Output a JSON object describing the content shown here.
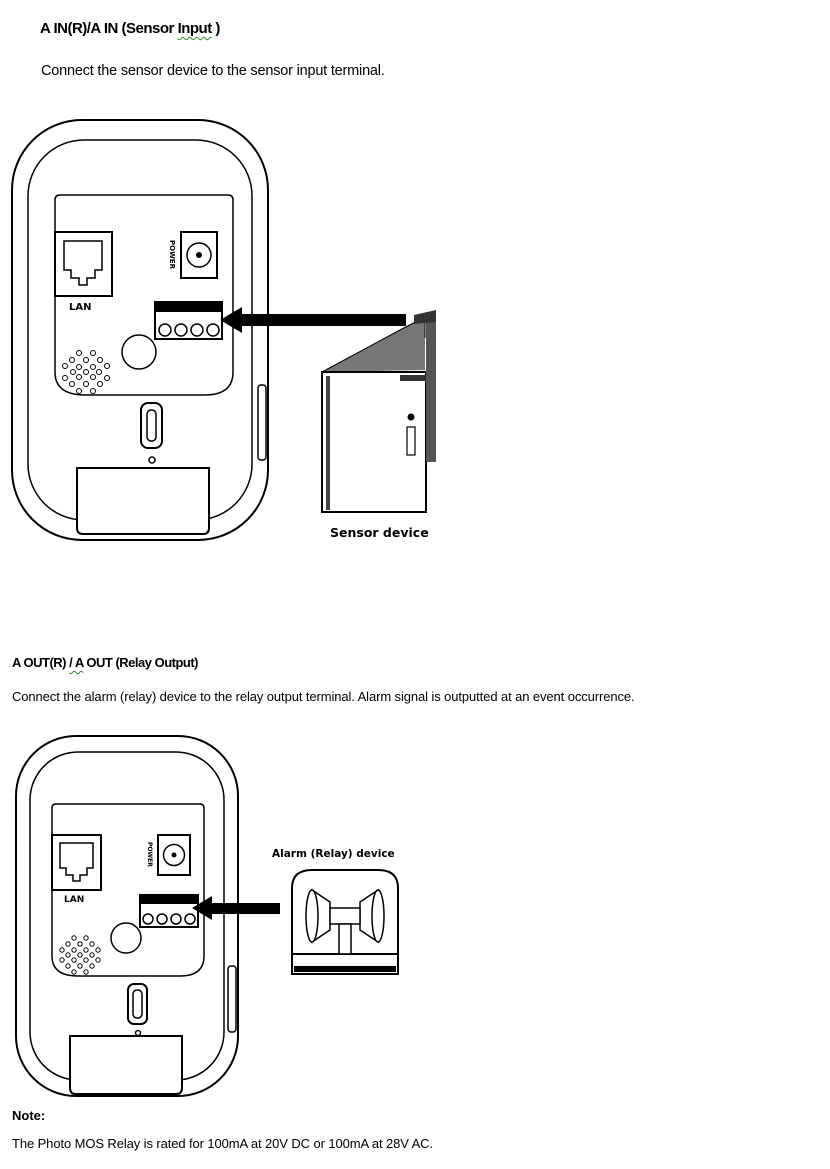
{
  "section1": {
    "title_prefix": "A IN(R)/A IN (Sensor ",
    "title_word": "Input",
    "title_suffix": " )",
    "body": "Connect the sensor device to the sensor input terminal.",
    "fig_lan": "LAN",
    "fig_power": "POWER",
    "fig_device": "Sensor device"
  },
  "section2": {
    "title_prefix": "A OUT(R) ",
    "title_word": "/ A",
    "title_suffix": " OUT (Relay Output)",
    "body": "Connect the alarm (relay) device to the relay output terminal. Alarm signal is outputted at an event occurrence.",
    "fig_lan": "LAN",
    "fig_power": "POWER",
    "fig_device": "Alarm (Relay) device"
  },
  "note": {
    "heading": "Note:",
    "body": "The Photo MOS Relay is rated for 100mA at 20V DC or 100mA at 28V AC."
  }
}
